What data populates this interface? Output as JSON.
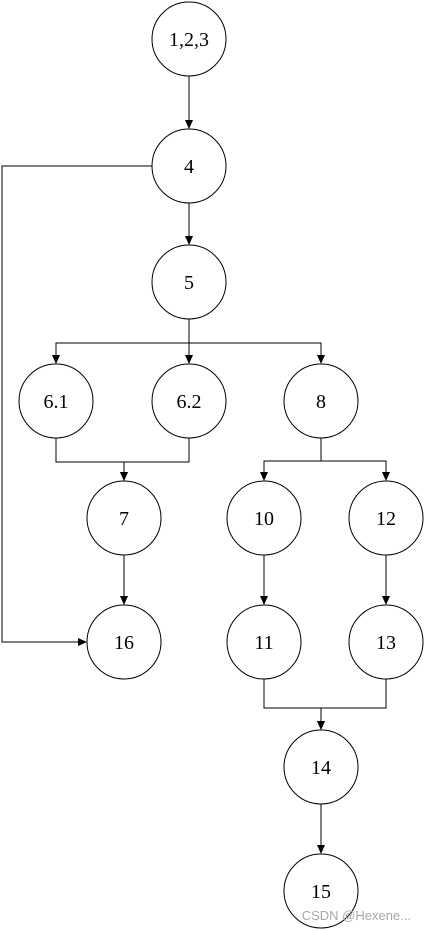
{
  "nodes": [
    {
      "id": "n123",
      "label": "1,2,3"
    },
    {
      "id": "n4",
      "label": "4"
    },
    {
      "id": "n5",
      "label": "5"
    },
    {
      "id": "n61",
      "label": "6.1"
    },
    {
      "id": "n62",
      "label": "6.2"
    },
    {
      "id": "n8",
      "label": "8"
    },
    {
      "id": "n7",
      "label": "7"
    },
    {
      "id": "n10",
      "label": "10"
    },
    {
      "id": "n12",
      "label": "12"
    },
    {
      "id": "n16",
      "label": "16"
    },
    {
      "id": "n11",
      "label": "11"
    },
    {
      "id": "n13",
      "label": "13"
    },
    {
      "id": "n14",
      "label": "14"
    },
    {
      "id": "n15",
      "label": "15"
    }
  ],
  "edges": [
    {
      "from": "n123",
      "to": "n4"
    },
    {
      "from": "n4",
      "to": "n5"
    },
    {
      "from": "n4",
      "to": "n16"
    },
    {
      "from": "n5",
      "to": "n61"
    },
    {
      "from": "n5",
      "to": "n62"
    },
    {
      "from": "n5",
      "to": "n8"
    },
    {
      "from": "n61",
      "to": "n7"
    },
    {
      "from": "n62",
      "to": "n7"
    },
    {
      "from": "n8",
      "to": "n10"
    },
    {
      "from": "n8",
      "to": "n12"
    },
    {
      "from": "n7",
      "to": "n16"
    },
    {
      "from": "n10",
      "to": "n11"
    },
    {
      "from": "n12",
      "to": "n13"
    },
    {
      "from": "n11",
      "to": "n14"
    },
    {
      "from": "n13",
      "to": "n14"
    },
    {
      "from": "n14",
      "to": "n15"
    }
  ],
  "watermark": "CSDN @Hexene..."
}
